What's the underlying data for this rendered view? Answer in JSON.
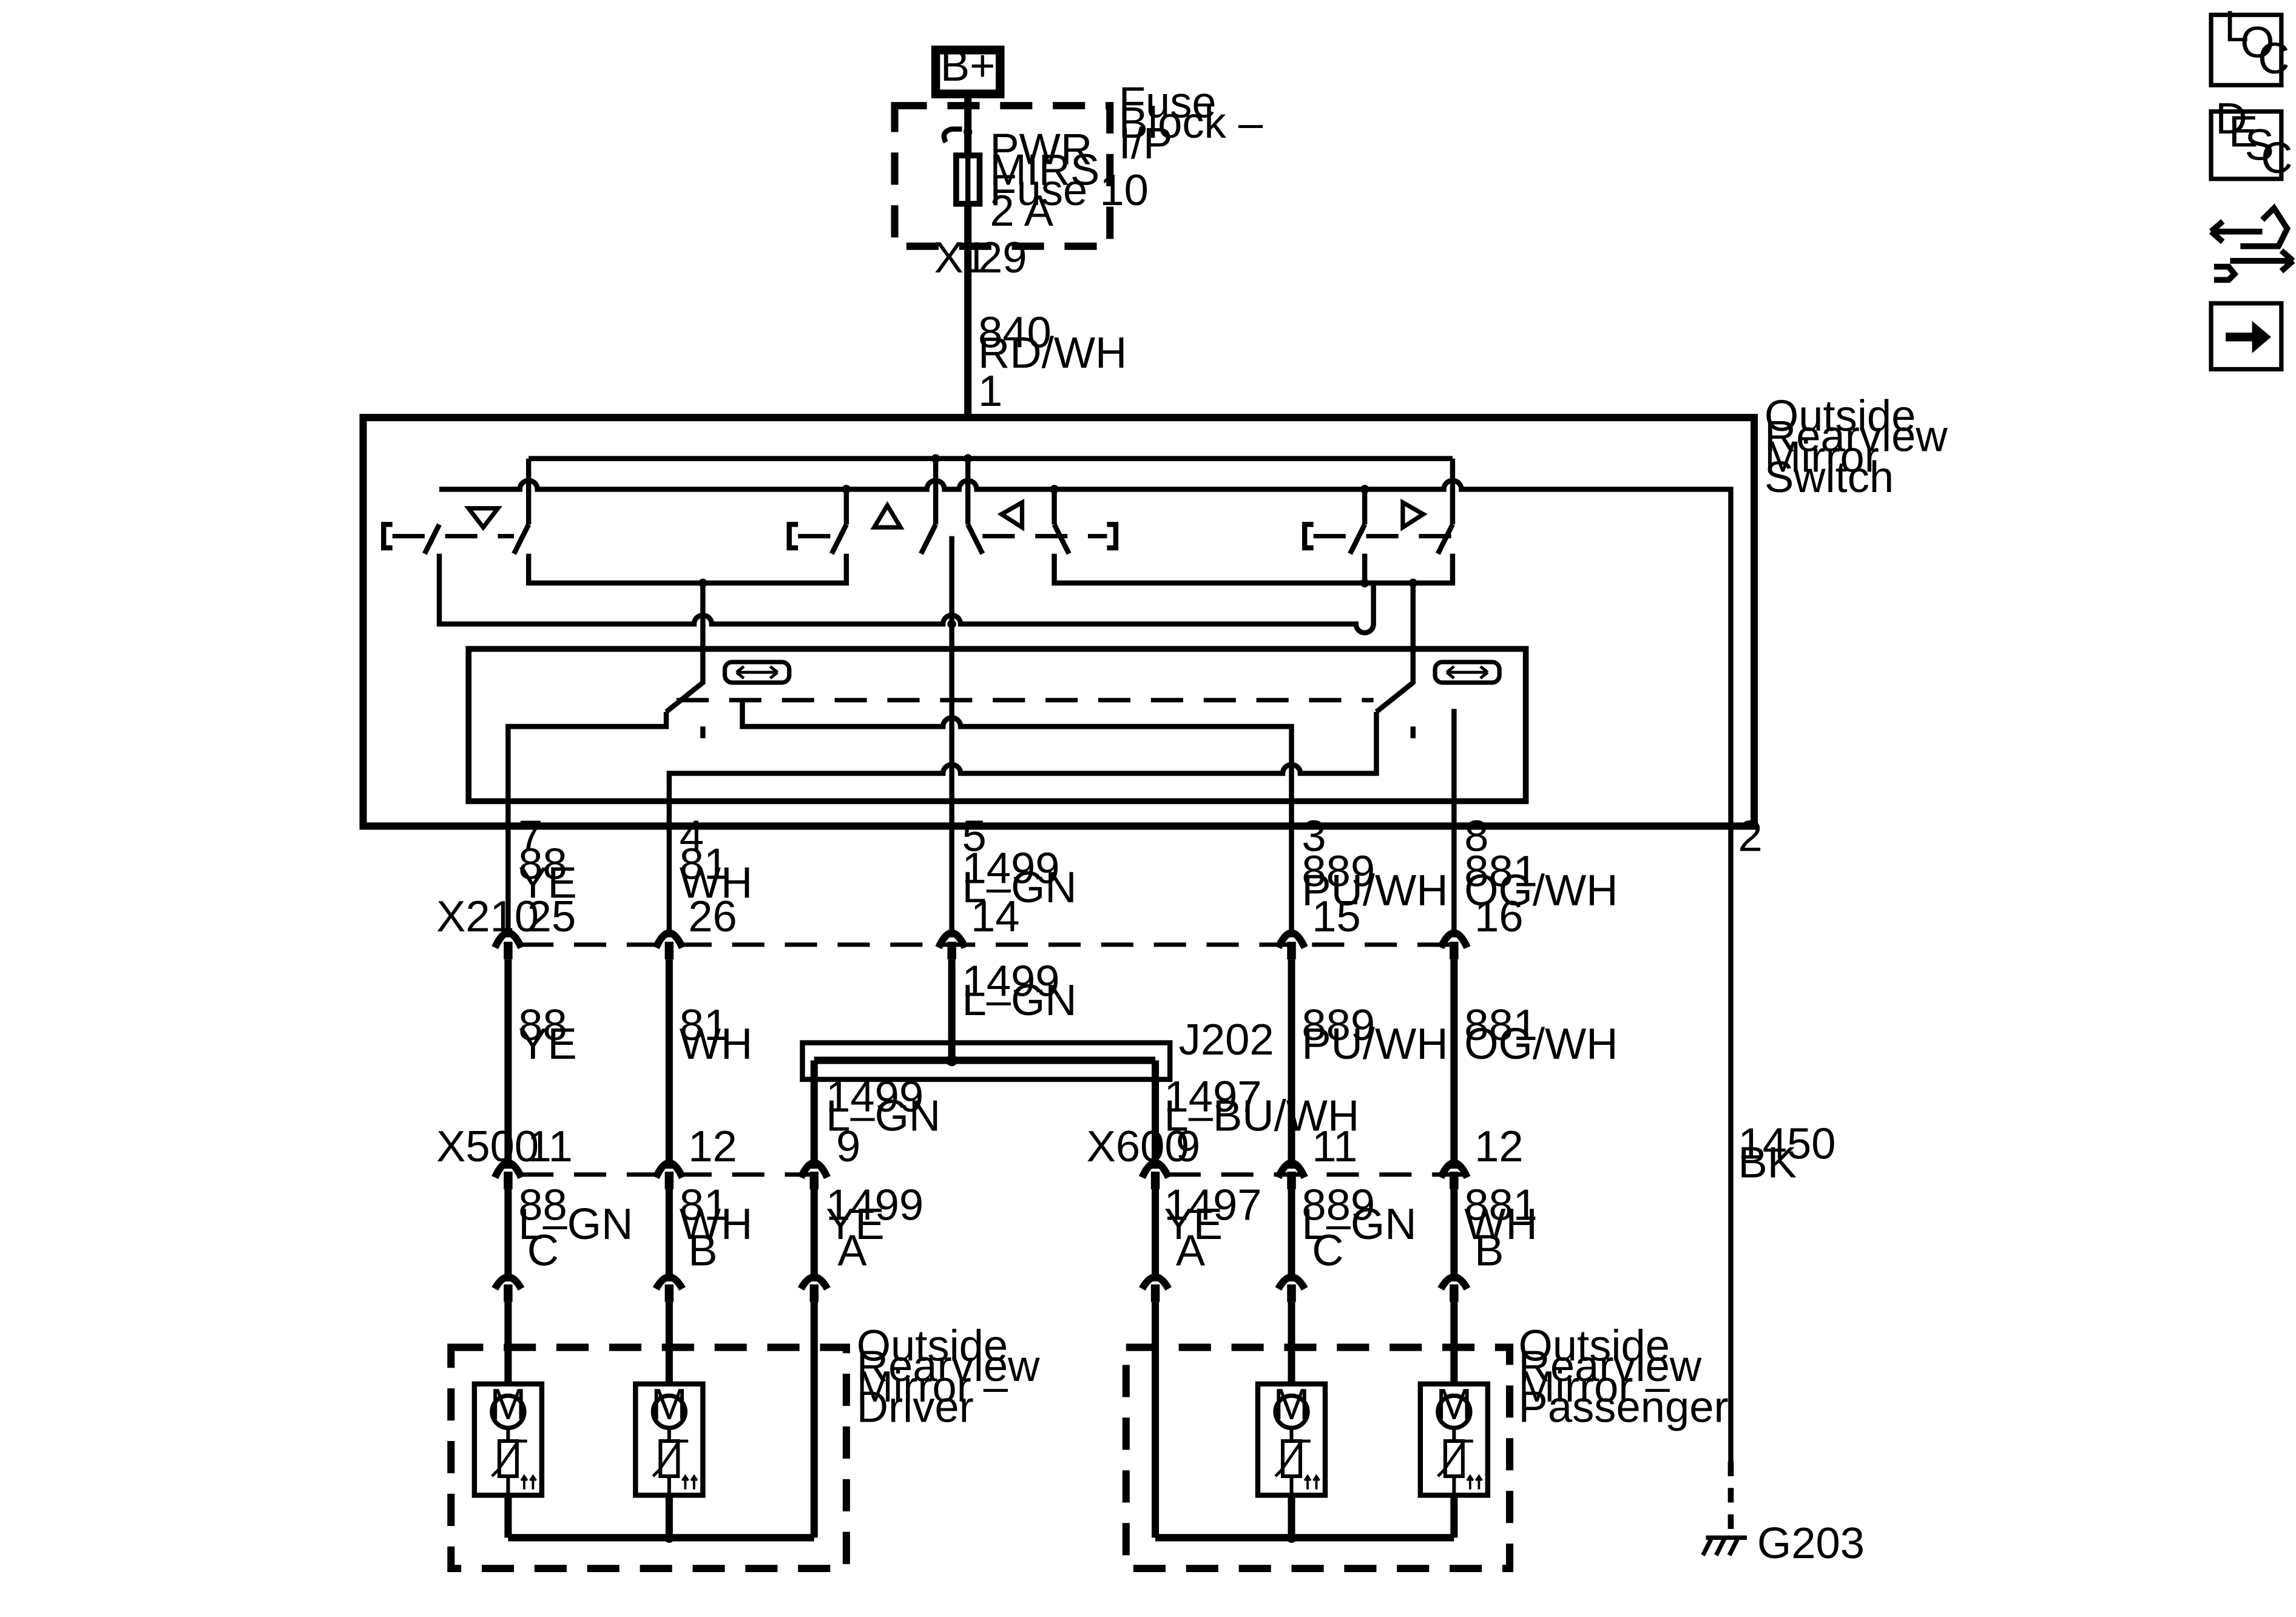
{
  "power": {
    "source": "B+"
  },
  "fuse_block": {
    "name_lines": [
      "Fuse",
      "Block –",
      "I/P"
    ],
    "fuse_lines": [
      "PWR",
      "MIRS",
      "Fuse 10",
      "2 A"
    ],
    "connector": "X1",
    "pin": "29"
  },
  "feed_wire": {
    "circuit": "840",
    "color": "RD/WH",
    "pin": "1"
  },
  "switch": {
    "name_lines": [
      "Outside",
      "Rearview",
      "Mirror",
      "Switch"
    ],
    "direction_symbols": [
      "down",
      "up",
      "left",
      "right"
    ],
    "selector_symbols": [
      "left-right-arrow",
      "left-right-arrow"
    ]
  },
  "switch_outputs": [
    {
      "pin": "7",
      "circuit": "88",
      "color": "YE",
      "x210_pin": "25"
    },
    {
      "pin": "4",
      "circuit": "81",
      "color": "WH",
      "x210_pin": "26"
    },
    {
      "pin": "5",
      "circuit": "1499",
      "color": "L–GN",
      "x210_pin": "14"
    },
    {
      "pin": "3",
      "circuit": "889",
      "color": "PU/WH",
      "x210_pin": "15"
    },
    {
      "pin": "8",
      "circuit": "881",
      "color": "OG/WH",
      "x210_pin": "16"
    },
    {
      "pin": "2"
    }
  ],
  "x210": {
    "label": "X210"
  },
  "mid_wires": [
    {
      "circuit": "88",
      "color": "YE"
    },
    {
      "circuit": "81",
      "color": "WH"
    },
    {
      "circuit": "1499",
      "color": "L–GN"
    },
    {
      "circuit": "889",
      "color": "PU/WH"
    },
    {
      "circuit": "881",
      "color": "OG/WH"
    }
  ],
  "splice": {
    "label": "J202",
    "left": {
      "circuit": "1499",
      "color": "L–GN"
    },
    "right": {
      "circuit": "1497",
      "color": "L–BU/WH"
    }
  },
  "ground_wire": {
    "circuit": "1450",
    "color": "BK",
    "ground": "G203"
  },
  "x500": {
    "label": "X500",
    "pins": [
      "11",
      "12",
      "9"
    ],
    "wires": [
      {
        "circuit": "88",
        "color": "L–GN",
        "terminal": "C"
      },
      {
        "circuit": "81",
        "color": "WH",
        "terminal": "B"
      },
      {
        "circuit": "1499",
        "color": "YE",
        "terminal": "A"
      }
    ]
  },
  "x600": {
    "label": "X600",
    "pins": [
      "9",
      "11",
      "12"
    ],
    "wires": [
      {
        "circuit": "1497",
        "color": "YE",
        "terminal": "A"
      },
      {
        "circuit": "889",
        "color": "L–GN",
        "terminal": "C"
      },
      {
        "circuit": "881",
        "color": "WH",
        "terminal": "B"
      }
    ]
  },
  "mirror_driver": {
    "name_lines": [
      "Outside",
      "Rearview",
      "Mirror –",
      "Driver"
    ],
    "motor": "M"
  },
  "mirror_passenger": {
    "name_lines": [
      "Outside",
      "Rearview",
      "Mirror –",
      "Passenger"
    ],
    "motor": "M"
  },
  "side_icons": [
    {
      "name": "location-icon",
      "letters": [
        "L",
        "O",
        "C"
      ]
    },
    {
      "name": "description-icon",
      "letters": [
        "D",
        "E",
        "S",
        "C"
      ]
    },
    {
      "name": "connector-tool-icon"
    },
    {
      "name": "next-arrow-icon"
    }
  ]
}
